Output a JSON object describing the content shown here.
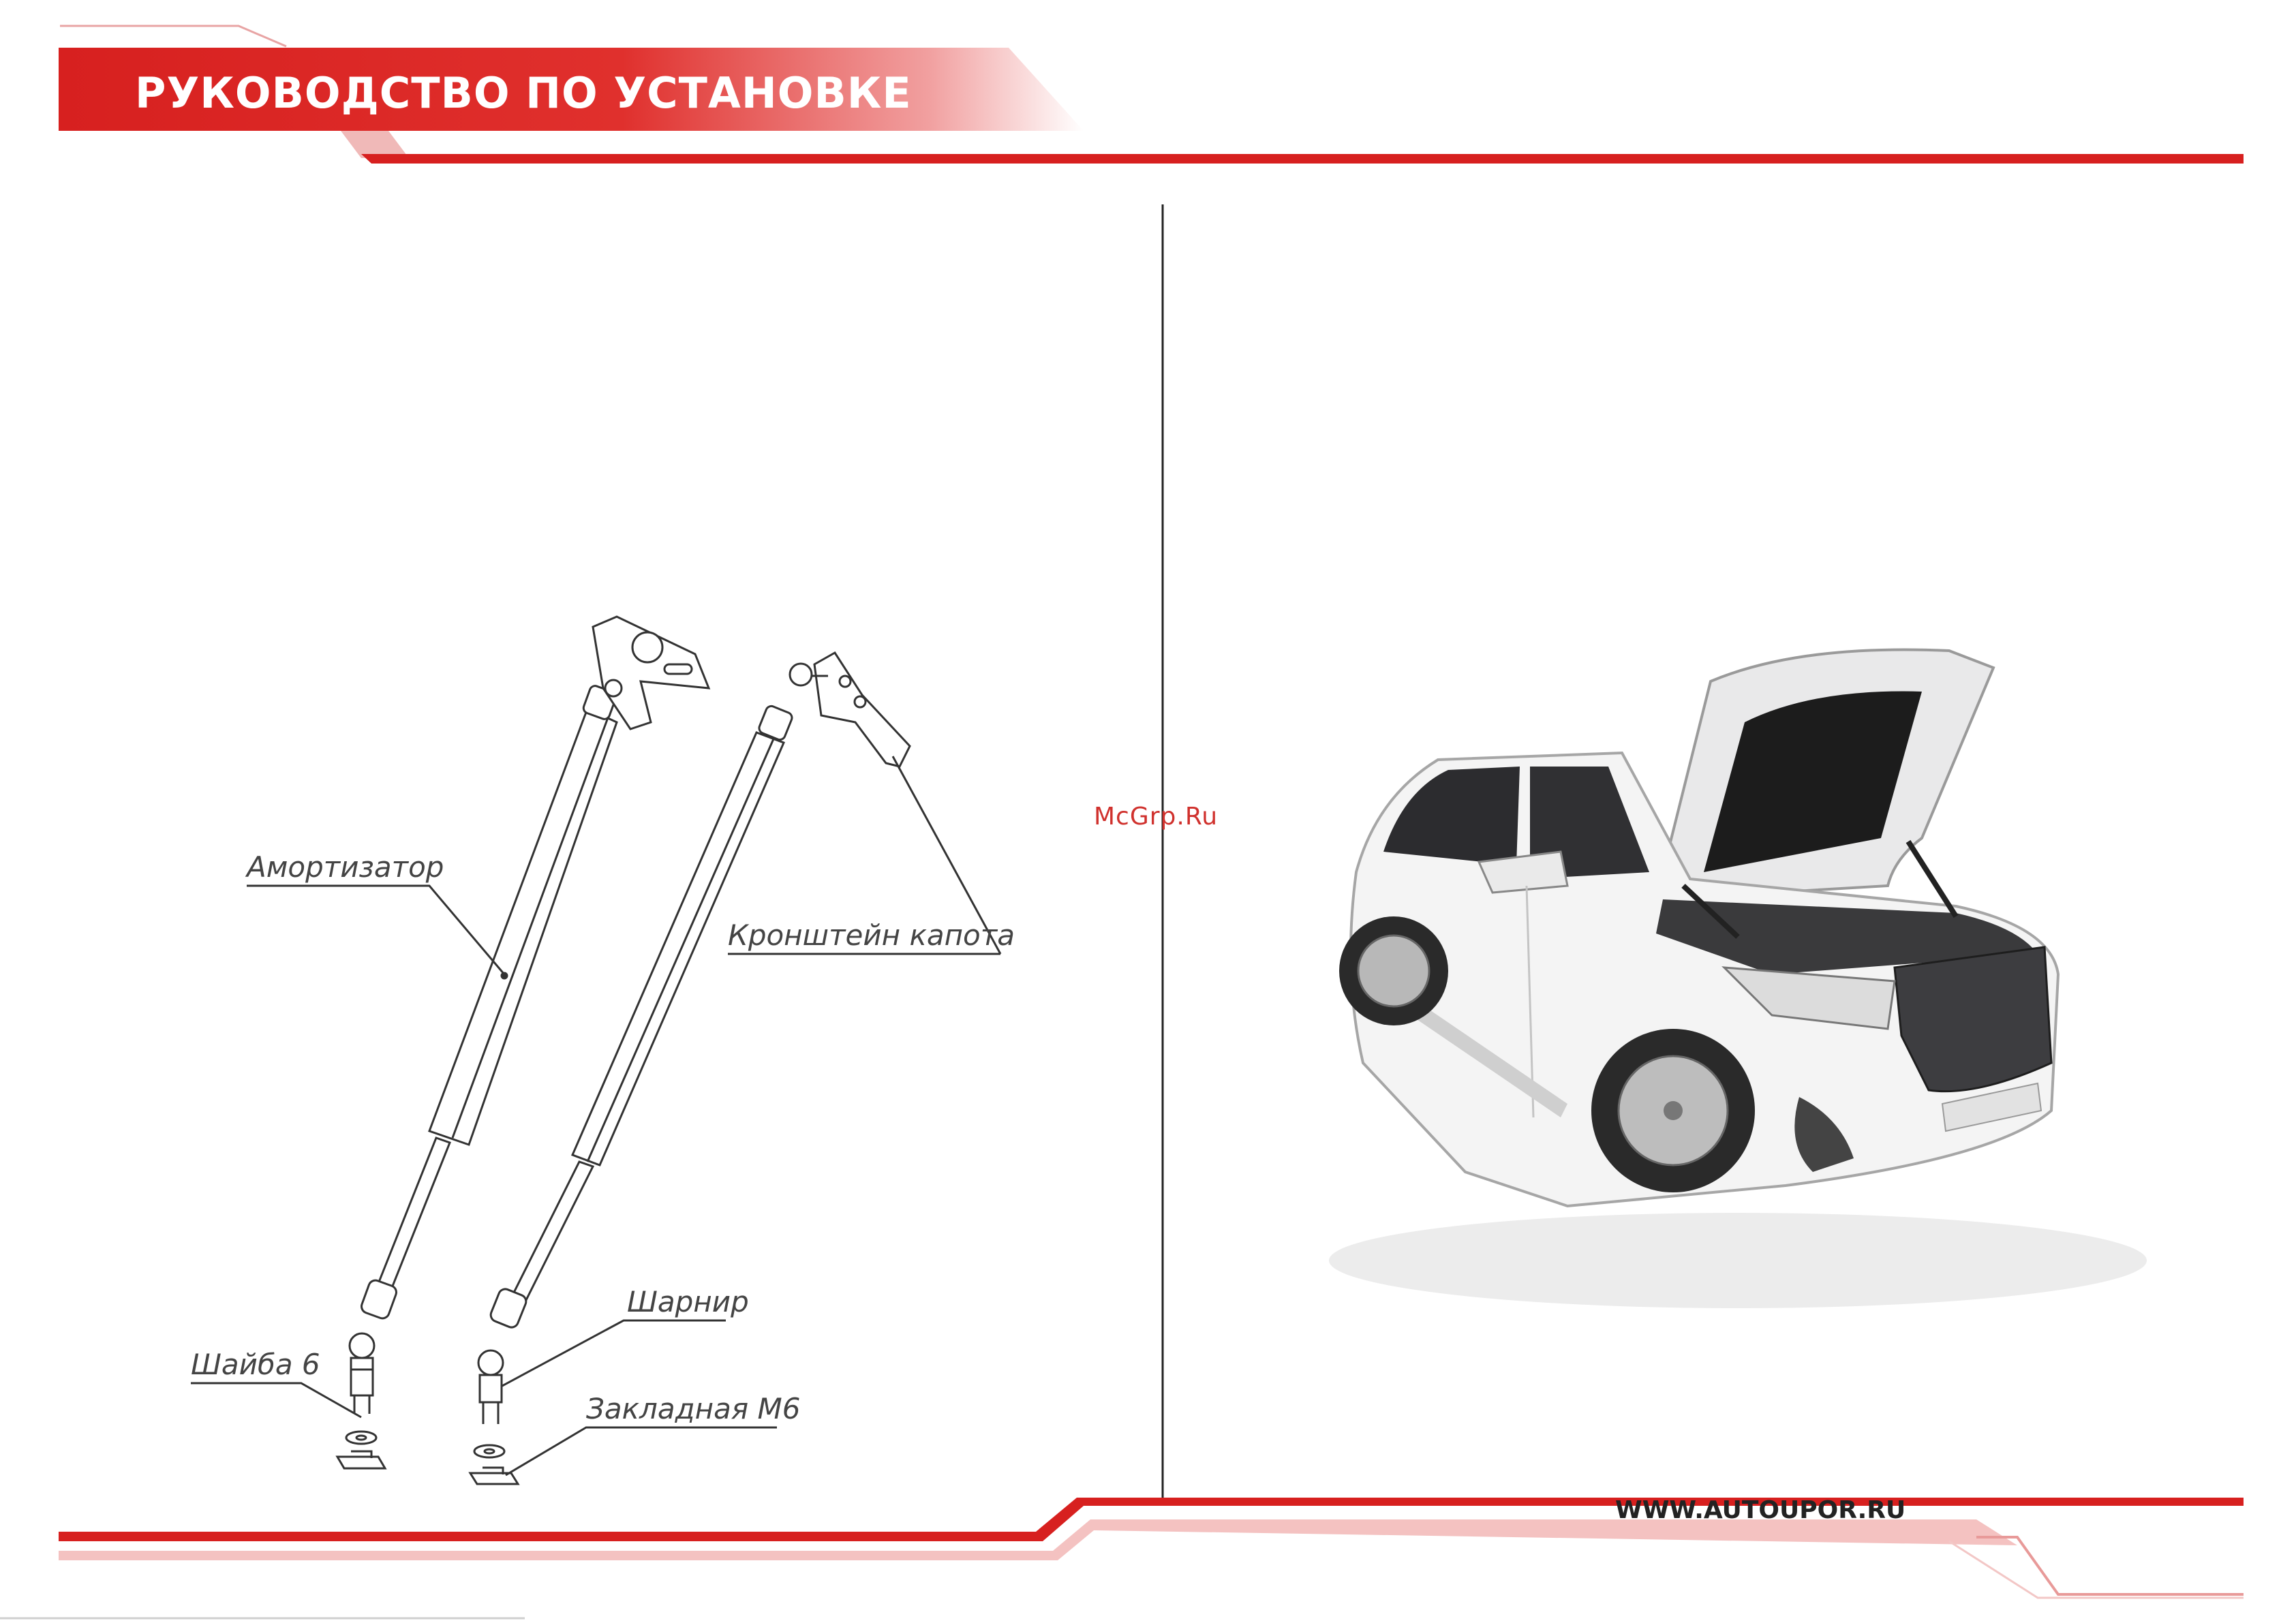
{
  "header": {
    "title": "РУКОВОДСТВО ПО УСТАНОВКЕ"
  },
  "diagram": {
    "labels": {
      "shock_absorber": "Амортизатор",
      "hood_bracket": "Кронштейн капота",
      "hinge": "Шарнир",
      "washer": "Шайба 6",
      "insert_nut": "Закладная М6"
    }
  },
  "watermark": "McGrp.Ru",
  "footer": {
    "website": "WWW.AUTOUPOR.RU"
  },
  "colors": {
    "brand_red": "#d7201f",
    "line_gray": "#333333"
  }
}
